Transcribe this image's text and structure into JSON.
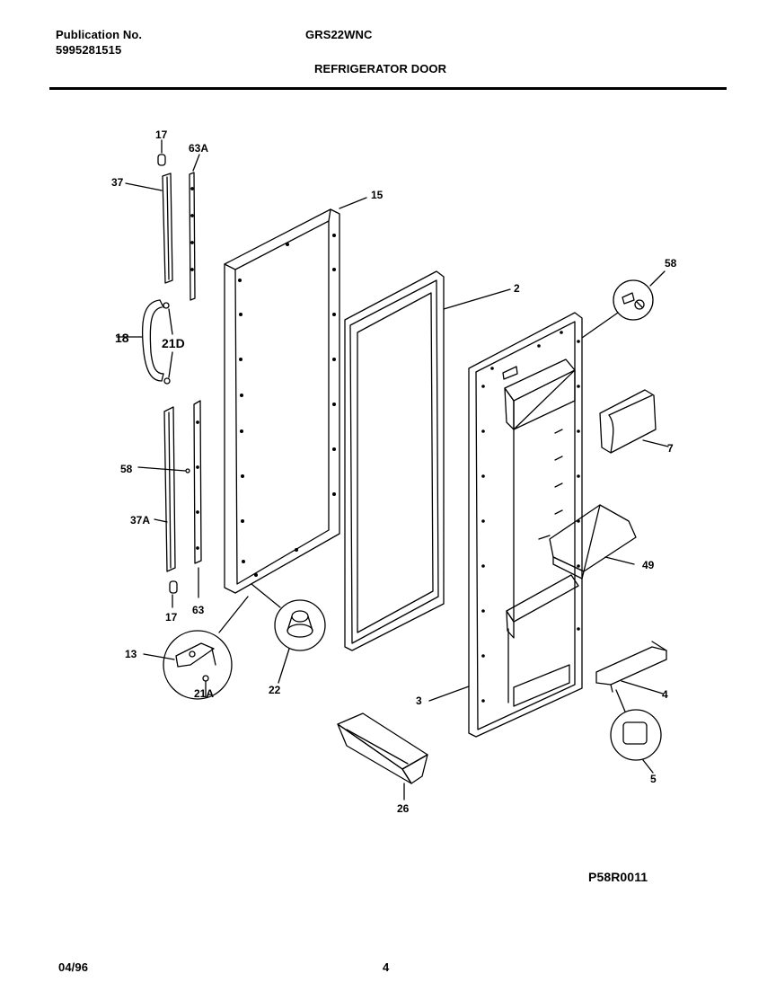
{
  "header": {
    "publication_label": "Publication No.",
    "publication_number": "5995281515",
    "model": "GRS22WNC",
    "section_title": "REFRIGERATOR DOOR"
  },
  "diagram_code": "P58R0011",
  "footer": {
    "date": "04/96",
    "page": "4"
  },
  "callouts": {
    "c17_top": "17",
    "c63A": "63A",
    "c37": "37",
    "c15": "15",
    "c2": "2",
    "c58_right": "58",
    "c18": "18",
    "c21D": "21D",
    "c7": "7",
    "c58_left": "58",
    "c37A": "37A",
    "c49": "49",
    "c17_bottom": "17",
    "c63": "63",
    "c13": "13",
    "c22": "22",
    "c21A": "21A",
    "c3": "3",
    "c4": "4",
    "c5": "5",
    "c26": "26"
  }
}
